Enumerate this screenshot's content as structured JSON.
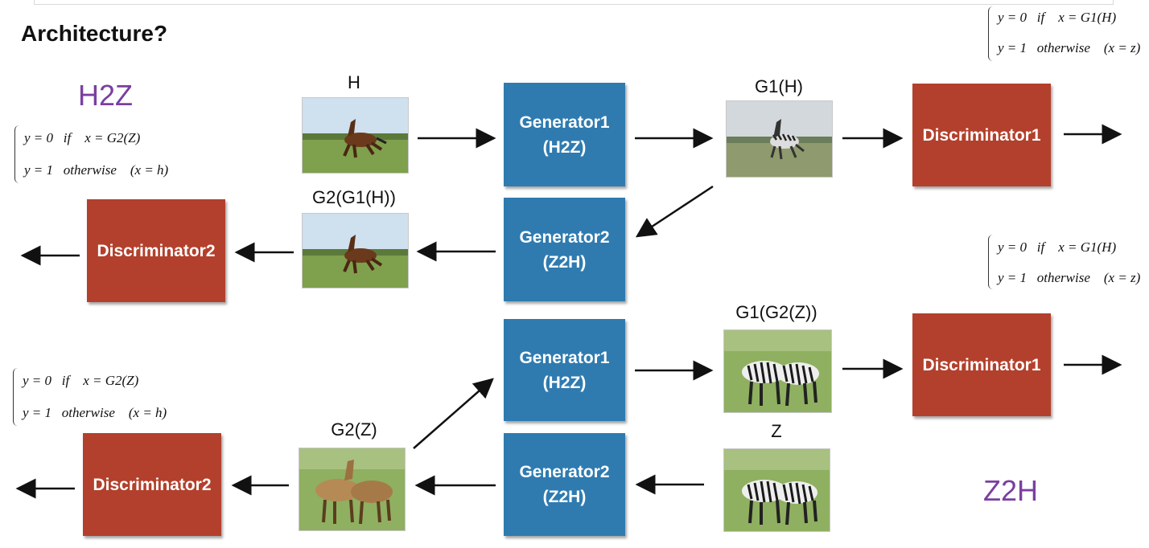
{
  "title": "Architecture?",
  "tags": {
    "h2z": "H2Z",
    "z2h": "Z2H"
  },
  "labels": {
    "h": "H",
    "g1h": "G1(H)",
    "g2g1h": "G2(G1(H))",
    "g1g2z": "G1(G2(Z))",
    "g2z": "G2(Z)",
    "z": "Z"
  },
  "boxes": {
    "gen1_top": [
      "Generator1",
      "(H2Z)"
    ],
    "gen2_top": [
      "Generator2",
      "(Z2H)"
    ],
    "gen1_bottom": [
      "Generator1",
      "(H2Z)"
    ],
    "gen2_bottom": [
      "Generator2",
      "(Z2H)"
    ],
    "disc1_top": "Discriminator1",
    "disc2_top": "Discriminator2",
    "disc1_bottom": "Discriminator1",
    "disc2_bottom": "Discriminator2"
  },
  "equations": {
    "top_right": [
      "y = 0   if    x = G1(H)",
      "y = 1   otherwise    (x = z)"
    ],
    "top_left": [
      "y = 0   if    x = G2(Z)",
      "y = 1   otherwise    (x = h)"
    ],
    "mid_right": [
      "y = 0   if    x = G1(H)",
      "y = 1   otherwise    (x = z)"
    ],
    "bottom_left": [
      "y = 0   if    x = G2(Z)",
      "y = 1   otherwise    (x = h)"
    ]
  },
  "colors": {
    "generator": "#2f7bb0",
    "discriminator": "#b3402c",
    "tag": "#7a3fa0"
  },
  "images": [
    "horse-photo",
    "zebra-like-horse-photo",
    "reconstructed-horse-photo",
    "zebras-photo",
    "two-horses-photo",
    "two-zebras-photo"
  ]
}
